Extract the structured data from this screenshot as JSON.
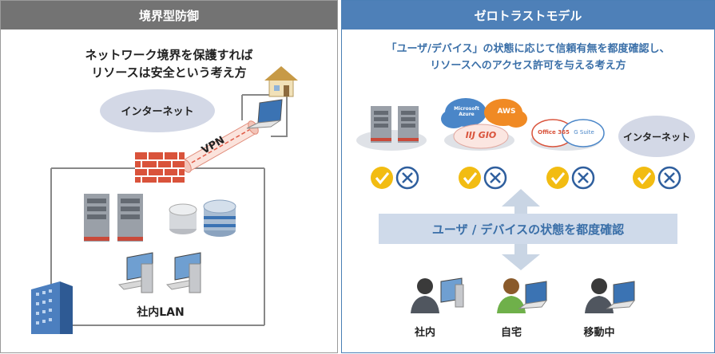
{
  "left": {
    "title": "境界型防御",
    "description_line1": "ネットワーク境界を保護すれば",
    "description_line2": "リソースは安全という考え方",
    "internet_label": "インターネット",
    "vpn_label": "VPN",
    "lan_label": "社内LAN"
  },
  "right": {
    "title": "ゼロトラストモデル",
    "description_line1": "「ユーザ/デバイス」の状態に応じて信頼有無を都度確認し、",
    "description_line2": "リソースへのアクセス許可を与える考え方",
    "cloud_logos": {
      "azure": [
        "Microsoft",
        "Azure"
      ],
      "aws": "AWS",
      "iij": "IIJ GIO",
      "office365": "Office 365",
      "gsuite": "G Suite"
    },
    "internet_label": "インターネット",
    "check_banner": "ユーザ / デバイスの状態を都度確認",
    "users": [
      {
        "label": "社内"
      },
      {
        "label": "自宅"
      },
      {
        "label": "移動中"
      }
    ]
  },
  "colors": {
    "left_header": "#737373",
    "right_header": "#4e80b8",
    "accent_blue": "#4e80b8",
    "check_yellow": "#f2bc12",
    "cross_blue": "#2f5f9e",
    "firewall_red": "#d9533b"
  }
}
